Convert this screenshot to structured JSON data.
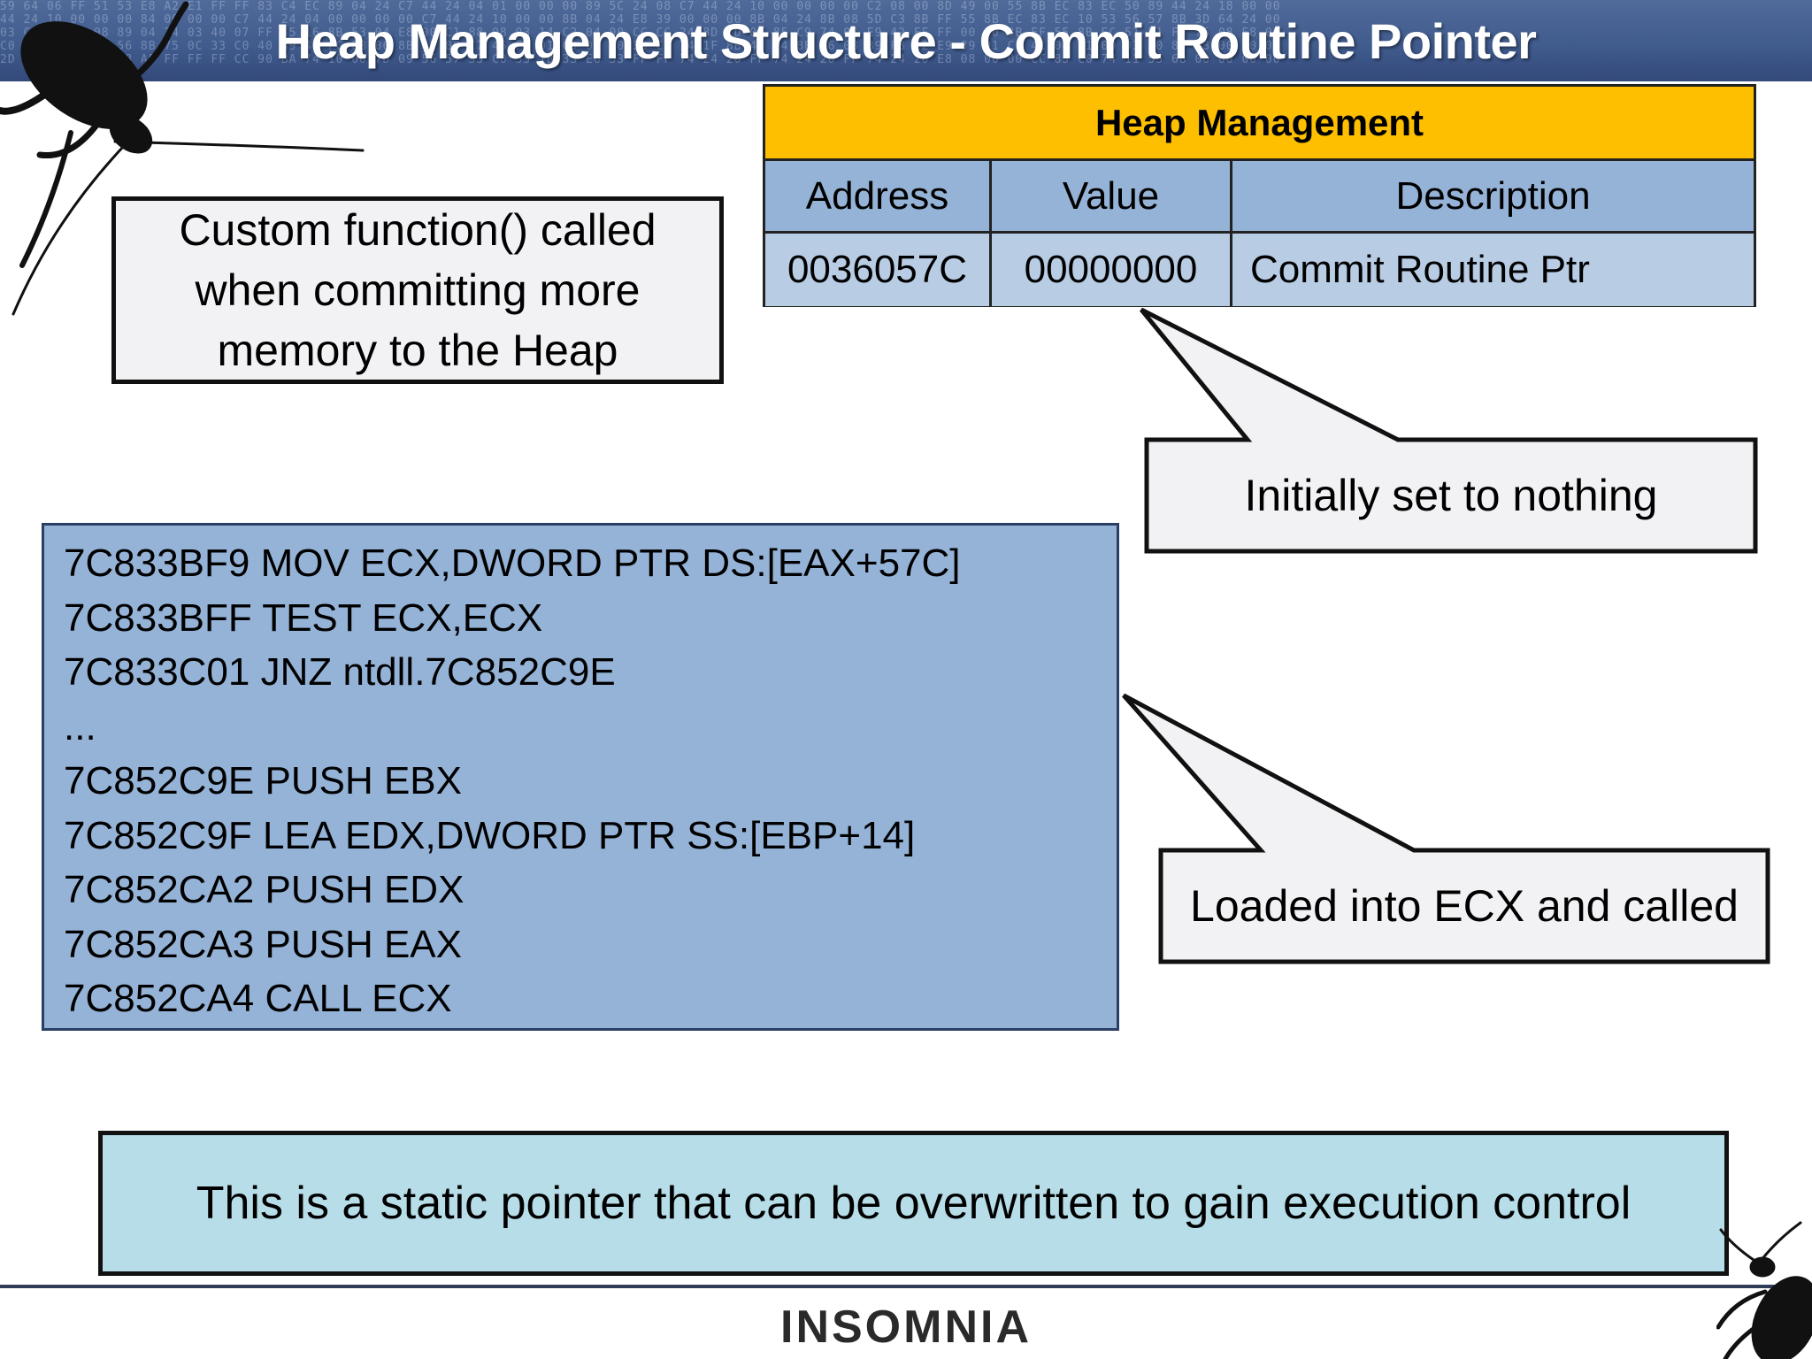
{
  "slide": {
    "title": "Heap Management Structure - Commit Routine Pointer"
  },
  "info_box": {
    "lines": [
      "Custom function() called",
      "when committing more",
      "memory to the Heap"
    ]
  },
  "heap_table": {
    "title": "Heap Management",
    "columns": [
      "Address",
      "Value",
      "Description"
    ],
    "rows": [
      [
        "0036057C",
        "00000000",
        "Commit Routine Ptr"
      ]
    ]
  },
  "callouts": {
    "value_note": "Initially set to nothing",
    "asm_note": "Loaded into ECX and called"
  },
  "assembly": {
    "lines": [
      "7C833BF9 MOV ECX,DWORD PTR DS:[EAX+57C]",
      "7C833BFF TEST ECX,ECX",
      "7C833C01 JNZ ntdll.7C852C9E",
      "...",
      "7C852C9E PUSH EBX",
      "7C852C9F LEA EDX,DWORD PTR SS:[EBP+14]",
      "7C852CA2 PUSH EDX",
      "7C852CA3 PUSH EAX",
      "7C852CA4 CALL ECX"
    ]
  },
  "note": {
    "text": "This is a static pointer that can be overwritten to gain execution control"
  },
  "footer": {
    "brand": "INSOMNIA"
  },
  "colors": {
    "table_header": "#fdbf00",
    "table_columns": "#95b3d7",
    "table_data": "#b8cce4",
    "assembly_box": "#95b3d7",
    "note_box": "#b7dde8",
    "banner": "#3f5a8c"
  },
  "icons": [
    "cockroach-icon"
  ]
}
